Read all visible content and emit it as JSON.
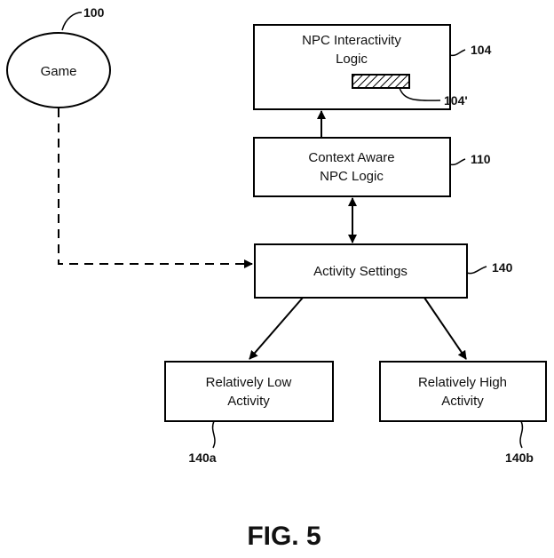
{
  "nodes": {
    "game": {
      "label": "Game",
      "ref": "100"
    },
    "npc_interactivity": {
      "line1": "NPC Interactivity",
      "line2": "Logic",
      "ref": "104",
      "subref": "104'"
    },
    "context_aware": {
      "line1": "Context Aware",
      "line2": "NPC Logic",
      "ref": "110"
    },
    "activity_settings": {
      "label": "Activity Settings",
      "ref": "140"
    },
    "low_activity": {
      "line1": "Relatively Low",
      "line2": "Activity",
      "ref": "140a"
    },
    "high_activity": {
      "line1": "Relatively High",
      "line2": "Activity",
      "ref": "140b"
    }
  },
  "figure_label": "FIG. 5"
}
